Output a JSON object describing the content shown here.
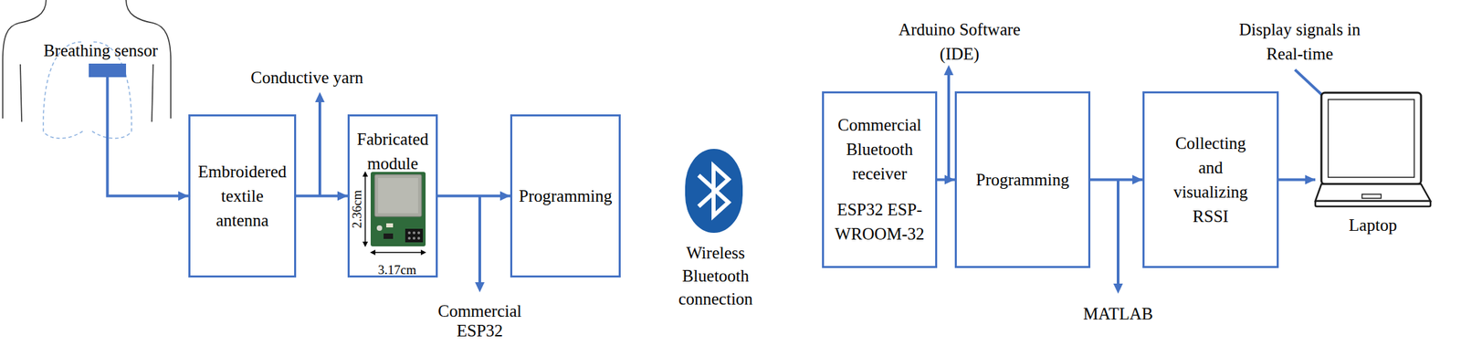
{
  "diagram": {
    "nodes": [
      {
        "text": [
          "Breathing sensor"
        ]
      },
      {
        "text": [
          "Embroidered textile antenna"
        ]
      },
      {
        "text": [
          "Fabricated module"
        ]
      },
      {
        "text": [
          "Programming"
        ]
      },
      {
        "text": [
          "Commercial Bluetooth receiver",
          "ESP32 ESP-WROOM-32"
        ]
      },
      {
        "text": [
          "Programming"
        ]
      },
      {
        "text": [
          "Collecting and visualizing RSSI"
        ]
      },
      {
        "text": [
          "Laptop"
        ]
      }
    ],
    "edges": [
      {
        "from": 0,
        "to": 1,
        "arrow": "to"
      },
      {
        "from": 1,
        "to": 2,
        "arrow": "to"
      },
      {
        "from": 2,
        "to": 3,
        "arrow": "to"
      },
      {
        "from": 4,
        "to": 5,
        "arrow": "to"
      },
      {
        "from": 5,
        "to": 6,
        "arrow": "to"
      },
      {
        "from": 6,
        "to": 7,
        "arrow": "to"
      }
    ],
    "labels": [
      "Conductive yarn",
      "2.36cm",
      "3.17cm",
      "Commercial ESP32",
      "Wireless Bluetooth connection",
      "Arduino Software (IDE)",
      "MATLAB",
      "Display signals in Real-time"
    ]
  }
}
